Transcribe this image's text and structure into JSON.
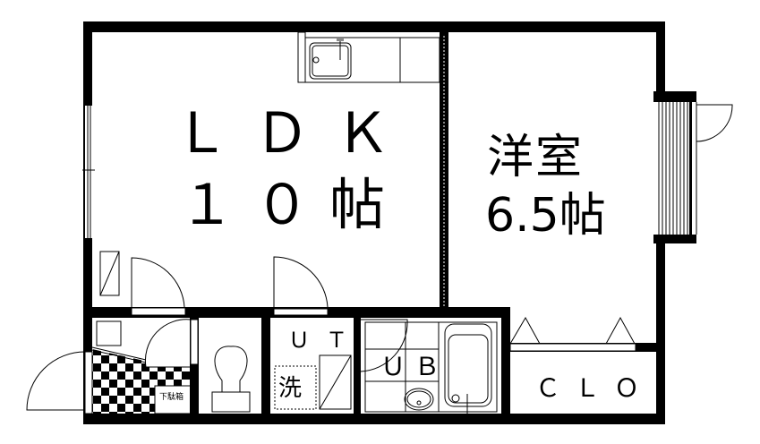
{
  "floor_plan": {
    "rooms": [
      {
        "id": "ldk",
        "name_line1": "ＬＤＫ",
        "name_line2": "１０帖",
        "type": "Living/Dining/Kitchen",
        "size_jo": 10
      },
      {
        "id": "western",
        "name_line1": "洋室",
        "name_line2": "6.5帖",
        "type": "Western-style room",
        "size_jo": 6.5
      },
      {
        "id": "ut",
        "name": "ＵＴ",
        "type": "Utility / washroom"
      },
      {
        "id": "ub",
        "name": "ＵＢ",
        "type": "Unit bath"
      },
      {
        "id": "clo",
        "name": "ＣＬＯ",
        "type": "Closet"
      },
      {
        "id": "toilet",
        "type": "Toilet"
      },
      {
        "id": "entrance",
        "type": "Entrance (genkan)"
      },
      {
        "id": "balcony",
        "type": "Balcony"
      }
    ],
    "fixtures": {
      "washer_label": "洗",
      "shoe_cabinet_label": "下駄箱",
      "kitchen": "Kitchen sink counter",
      "wash_basin": "Wash basin",
      "bathtub": "Bathtub"
    },
    "colors": {
      "wall": "#000000",
      "background": "#ffffff"
    }
  }
}
